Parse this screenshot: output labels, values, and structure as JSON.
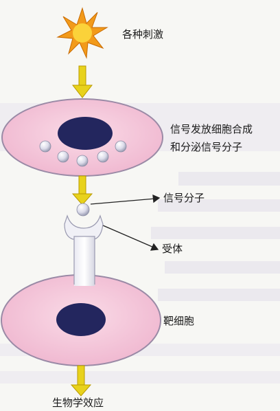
{
  "labels": {
    "stimulus": "各种刺激",
    "signal_cell_line1": "信号发放细胞合成",
    "signal_cell_line2": "和分泌信号分子",
    "signal_molecule": "信号分子",
    "receptor": "受体",
    "target_cell": "靶细胞",
    "biological_effect": "生物学效应"
  },
  "colors": {
    "cell_fill": "#f3c4d8",
    "cell_stroke": "#9a8aa6",
    "nucleus": "#23265e",
    "arrow": "#e8d21c",
    "arrow_stroke": "#b89a00",
    "sun": "#f29a1a",
    "sun_core": "#fbd23a"
  }
}
